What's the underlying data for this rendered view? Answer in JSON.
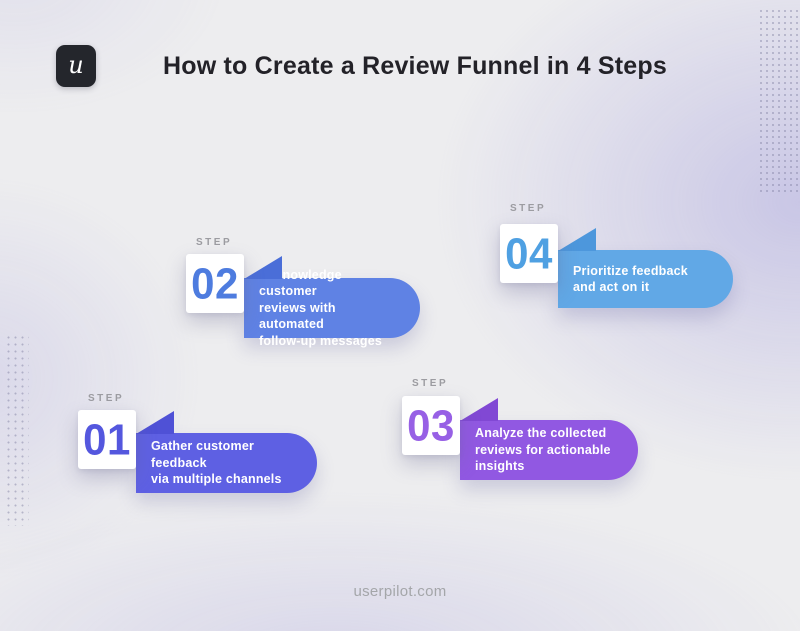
{
  "logo": {
    "glyph": "u",
    "bg": "#24262C"
  },
  "header": {
    "title": "How to Create a Review Funnel in 4 Steps"
  },
  "footer": {
    "website": "userpilot.com"
  },
  "steps": [
    {
      "label": "STEP",
      "number": "01",
      "text": "Gather customer feedback\nvia multiple channels",
      "colors": {
        "number": "#5457DE",
        "bubble": "#5E60E3",
        "flag": "#4F51D6"
      }
    },
    {
      "label": "STEP",
      "number": "02",
      "text": "Acknowledge customer\nreviews with automated\nfollow-up messages",
      "colors": {
        "number": "#4E7CDF",
        "bubble": "#5F82E4",
        "flag": "#4A6ED8"
      }
    },
    {
      "label": "STEP",
      "number": "03",
      "text": "Analyze the collected\nreviews for actionable\ninsights",
      "colors": {
        "number": "#9760E5",
        "bubble": "#9158E2",
        "flag": "#8148D4"
      }
    },
    {
      "label": "STEP",
      "number": "04",
      "text": "Prioritize feedback\nand act on it",
      "colors": {
        "number": "#4FA0E2",
        "bubble": "#61A8E6",
        "flag": "#4D97DC"
      }
    }
  ]
}
